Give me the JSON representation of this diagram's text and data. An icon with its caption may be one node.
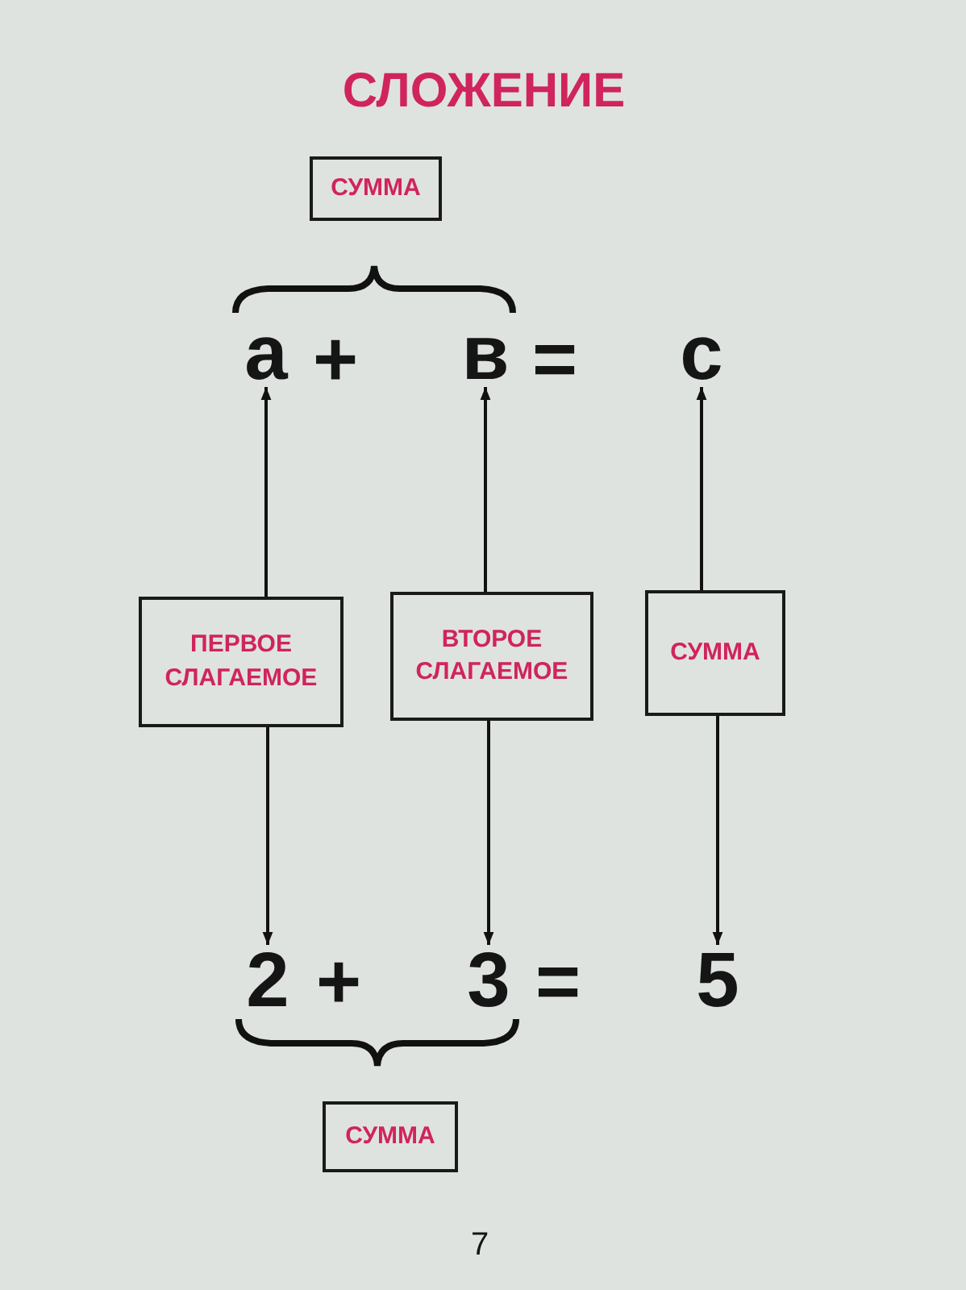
{
  "diagram": {
    "title": "СЛОЖЕНИЕ",
    "nodes": [
      {
        "text": [
          "СУММА"
        ]
      },
      {
        "text": [
          "а"
        ]
      },
      {
        "text": [
          "в"
        ]
      },
      {
        "text": [
          "с"
        ]
      },
      {
        "text": [
          "ПЕРВОЕ СЛАГАЕМОЕ"
        ]
      },
      {
        "text": [
          "ВТОРОЕ СЛАГАЕМОЕ"
        ]
      },
      {
        "text": [
          "СУММА"
        ]
      },
      {
        "text": [
          "2"
        ]
      },
      {
        "text": [
          "3"
        ]
      },
      {
        "text": [
          "5"
        ]
      },
      {
        "text": [
          "СУММА"
        ]
      }
    ],
    "edges": [
      {
        "from": 4,
        "to": 1,
        "arrow": "to"
      },
      {
        "from": 5,
        "to": 2,
        "arrow": "to"
      },
      {
        "from": 6,
        "to": 3,
        "arrow": "to"
      },
      {
        "from": 4,
        "to": 7,
        "arrow": "to"
      },
      {
        "from": 5,
        "to": 8,
        "arrow": "to"
      },
      {
        "from": 6,
        "to": 9,
        "arrow": "to"
      }
    ],
    "labels": [
      "+",
      "=",
      "+",
      "=",
      "7"
    ]
  }
}
